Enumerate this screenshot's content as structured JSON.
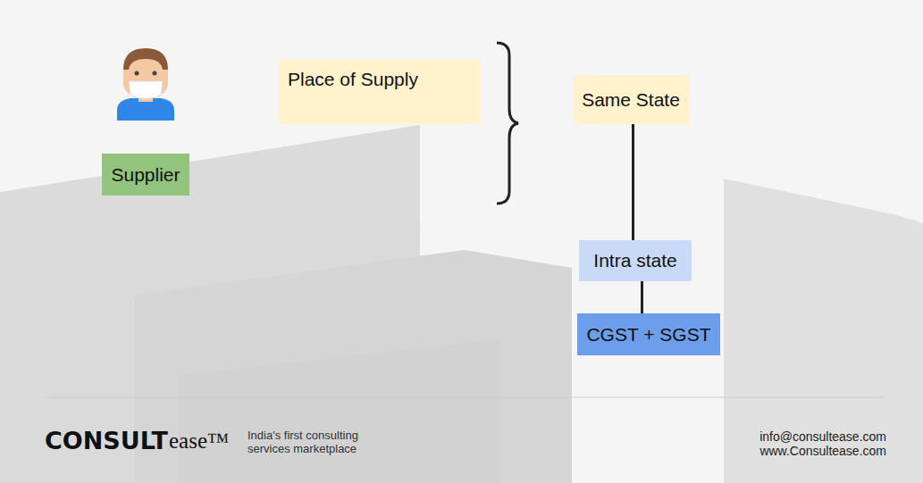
{
  "diagram": {
    "nodes": [
      {
        "text": [
          "Place of Supply"
        ]
      },
      {
        "text": [
          "Same State"
        ]
      },
      {
        "text": [
          "Supplier"
        ]
      },
      {
        "text": [
          "Intra state"
        ]
      },
      {
        "text": [
          "CGST + SGST"
        ]
      }
    ],
    "edges": [
      {
        "from": 1,
        "to": 3,
        "arrow": "none"
      },
      {
        "from": 3,
        "to": 4,
        "arrow": "none"
      }
    ],
    "labels": [
      "CONSULT",
      "ease™",
      "India's first consulting services marketplace",
      "info@consultease.com",
      "www.Consultease.com"
    ]
  }
}
